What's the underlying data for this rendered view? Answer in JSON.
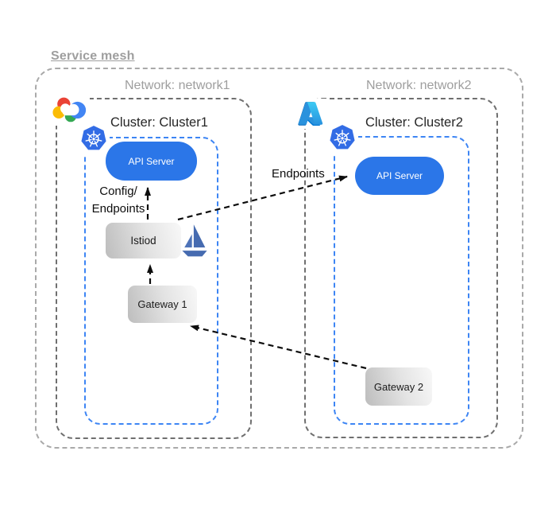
{
  "diagram": {
    "title": "Service mesh",
    "networks": [
      {
        "label": "Network: network1",
        "provider_icon": "google-cloud-icon",
        "cluster": {
          "label": "Cluster: Cluster1",
          "runtime_icon": "kubernetes-icon",
          "nodes": {
            "api_server": "API Server",
            "istiod": "Istiod",
            "gateway": "Gateway 1"
          }
        }
      },
      {
        "label": "Network: network2",
        "provider_icon": "azure-icon",
        "cluster": {
          "label": "Cluster: Cluster2",
          "runtime_icon": "kubernetes-icon",
          "nodes": {
            "api_server": "API Server",
            "gateway": "Gateway 2"
          }
        }
      }
    ],
    "edge_labels": {
      "config_line1": "Config/",
      "config_line2": "Endpoints",
      "endpoints": "Endpoints"
    },
    "arrows": [
      {
        "from": "Istiod",
        "to": "API Server (Cluster1)",
        "label": "Config/Endpoints",
        "style": "dashed"
      },
      {
        "from": "Gateway 1",
        "to": "Istiod",
        "label": "",
        "style": "dashed"
      },
      {
        "from": "Istiod",
        "to": "API Server (Cluster2)",
        "label": "Endpoints",
        "style": "dashed"
      },
      {
        "from": "Gateway 2",
        "to": "Gateway 1",
        "label": "",
        "style": "dashed"
      }
    ],
    "colors": {
      "api_server_fill": "#2b76e8",
      "cluster_border": "#3d85f4",
      "network_border": "#6f6f6f",
      "mesh_border": "#a9a9a9",
      "title_gray": "#9e9e9e",
      "kubernetes_blue": "#326ce5",
      "istio_blue": "#466bb0",
      "node_gradient_start": "#bdbdbd",
      "node_gradient_end": "#f8f8f8"
    }
  }
}
